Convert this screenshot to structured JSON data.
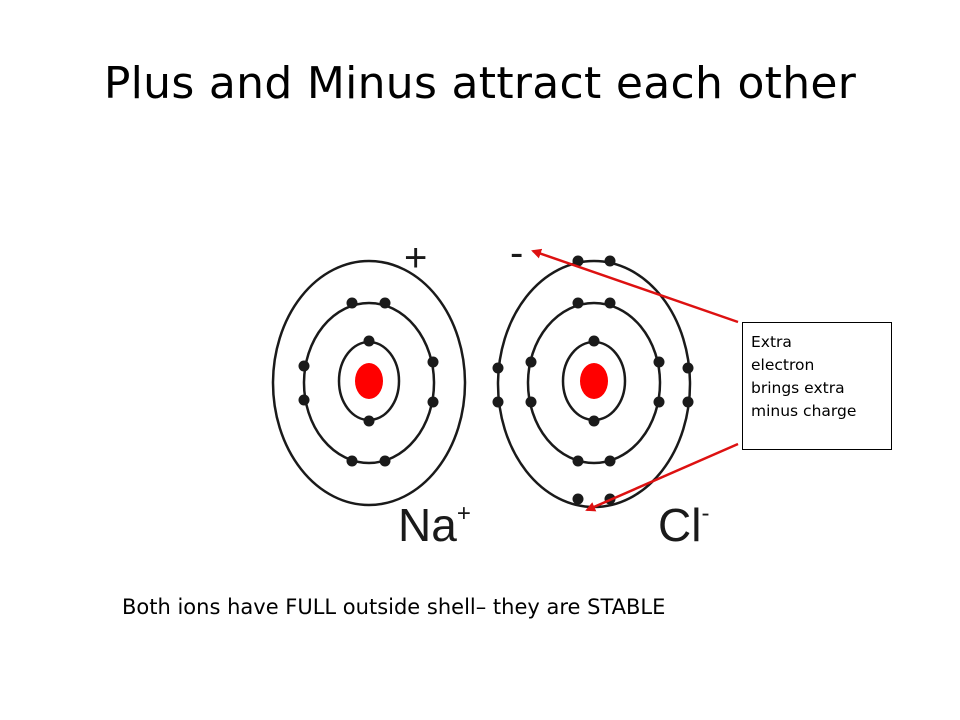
{
  "title": "Plus and Minus attract each other",
  "diagram": {
    "sodium": {
      "charge": "+",
      "symbol": "Na",
      "superscript": "+"
    },
    "chlorine": {
      "charge": "-",
      "symbol": "Cl",
      "superscript": "-"
    },
    "nucleus_color": "#ff0000",
    "arrow_color": "#dd1111"
  },
  "callout": {
    "lines": [
      "Extra",
      "electron",
      "brings extra",
      "minus charge"
    ]
  },
  "caption": "Both ions have FULL outside shell– they are STABLE"
}
